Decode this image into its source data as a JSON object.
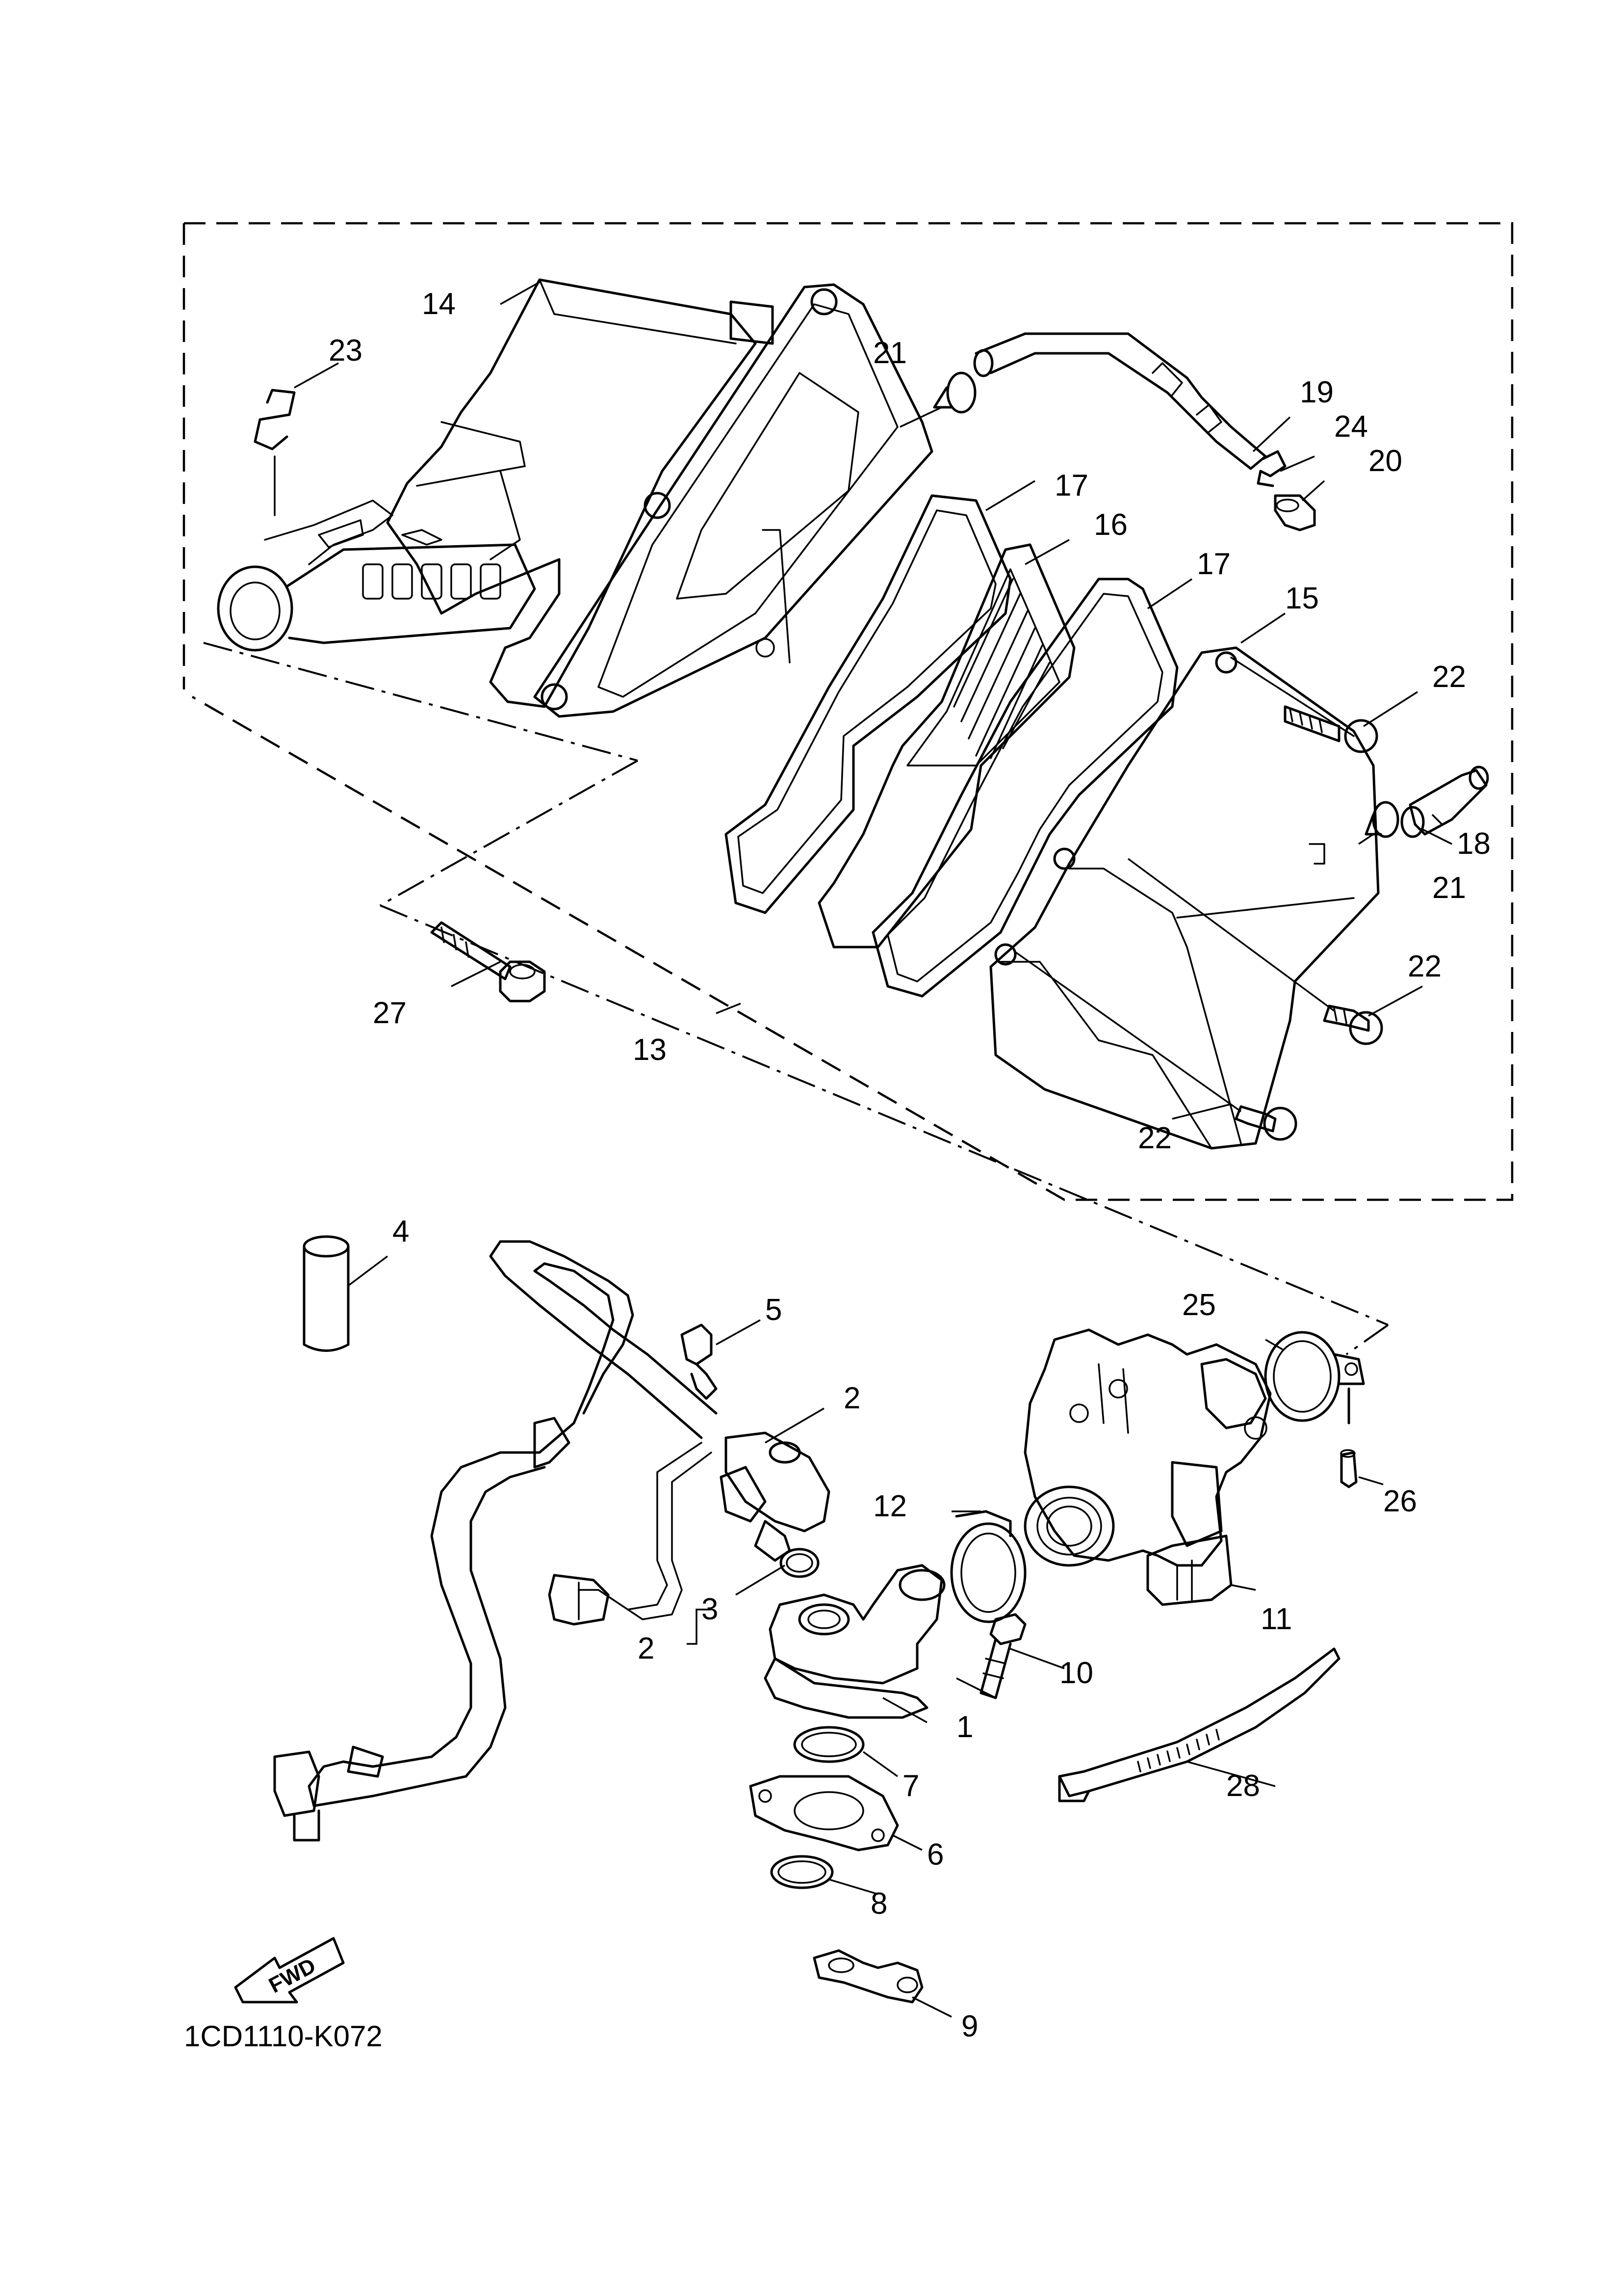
{
  "diagram": {
    "diagram_code": "1CD1110-K072",
    "fwd_label": "FWD",
    "callouts": {
      "c1": "1",
      "c2a": "2",
      "c2b": "2",
      "c3": "3",
      "c4": "4",
      "c5": "5",
      "c6": "6",
      "c7": "7",
      "c8": "8",
      "c9": "9",
      "c10": "10",
      "c11": "11",
      "c12": "12",
      "c13": "13",
      "c14": "14",
      "c15": "15",
      "c16": "16",
      "c17a": "17",
      "c17b": "17",
      "c18": "18",
      "c19": "19",
      "c20": "20",
      "c21a": "21",
      "c21b": "21",
      "c22a": "22",
      "c22b": "22",
      "c22c": "22",
      "c23": "23",
      "c24": "24",
      "c25": "25",
      "c26": "26",
      "c27": "27",
      "c28": "28"
    },
    "icons": [
      "fwd-arrow-icon"
    ]
  }
}
